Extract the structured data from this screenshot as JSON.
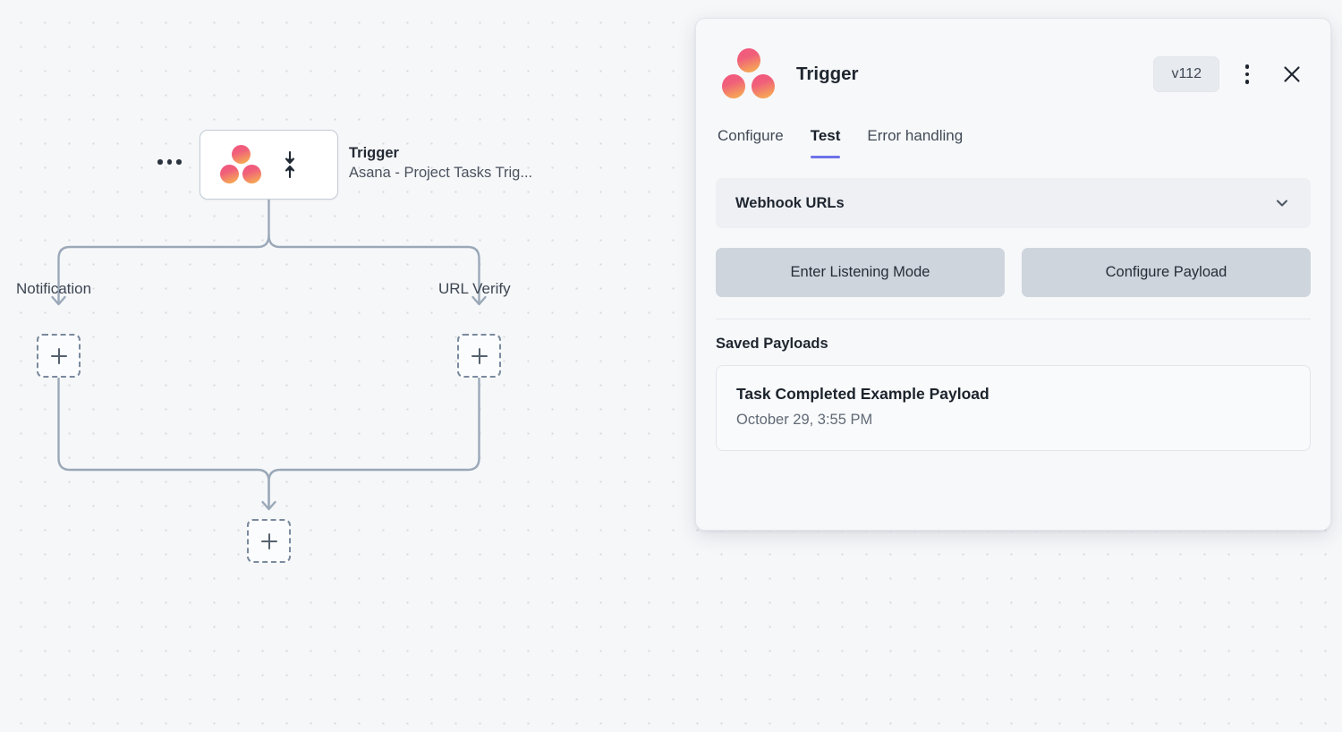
{
  "canvas": {
    "node_more_icon": "more-horizontal-icon",
    "trigger_node": {
      "title": "Trigger",
      "subtitle": "Asana - Project Tasks Trig...",
      "logo_icon": "asana-logo-icon",
      "sync_icon": "down-up-arrows-icon"
    },
    "branches": [
      {
        "label": "Notification",
        "add_icon": "plus-icon"
      },
      {
        "label": "URL Verify",
        "add_icon": "plus-icon"
      }
    ],
    "merge_add": {
      "add_icon": "plus-icon"
    }
  },
  "panel": {
    "logo_icon": "asana-logo-icon",
    "title": "Trigger",
    "version": "v112",
    "kebab_icon": "more-vertical-icon",
    "close_icon": "close-icon",
    "tabs": [
      {
        "label": "Configure",
        "active": false
      },
      {
        "label": "Test",
        "active": true
      },
      {
        "label": "Error handling",
        "active": false
      }
    ],
    "webhook": {
      "label": "Webhook URLs",
      "chevron_icon": "chevron-down-icon"
    },
    "actions": [
      {
        "label": "Enter Listening Mode"
      },
      {
        "label": "Configure Payload"
      }
    ],
    "saved_payloads_title": "Saved Payloads",
    "saved_payloads": [
      {
        "name": "Task Completed Example Payload",
        "timestamp": "October 29, 3:55 PM"
      }
    ]
  },
  "colors": {
    "accent": "#6c72e8",
    "canvas_bg": "#f6f7f9",
    "panel_bg": "#f7f8fa",
    "button_bg": "#ced5dd",
    "connector": "#9aa8b8",
    "asana_pink": "#f2557f",
    "asana_orange": "#f6b44f"
  }
}
